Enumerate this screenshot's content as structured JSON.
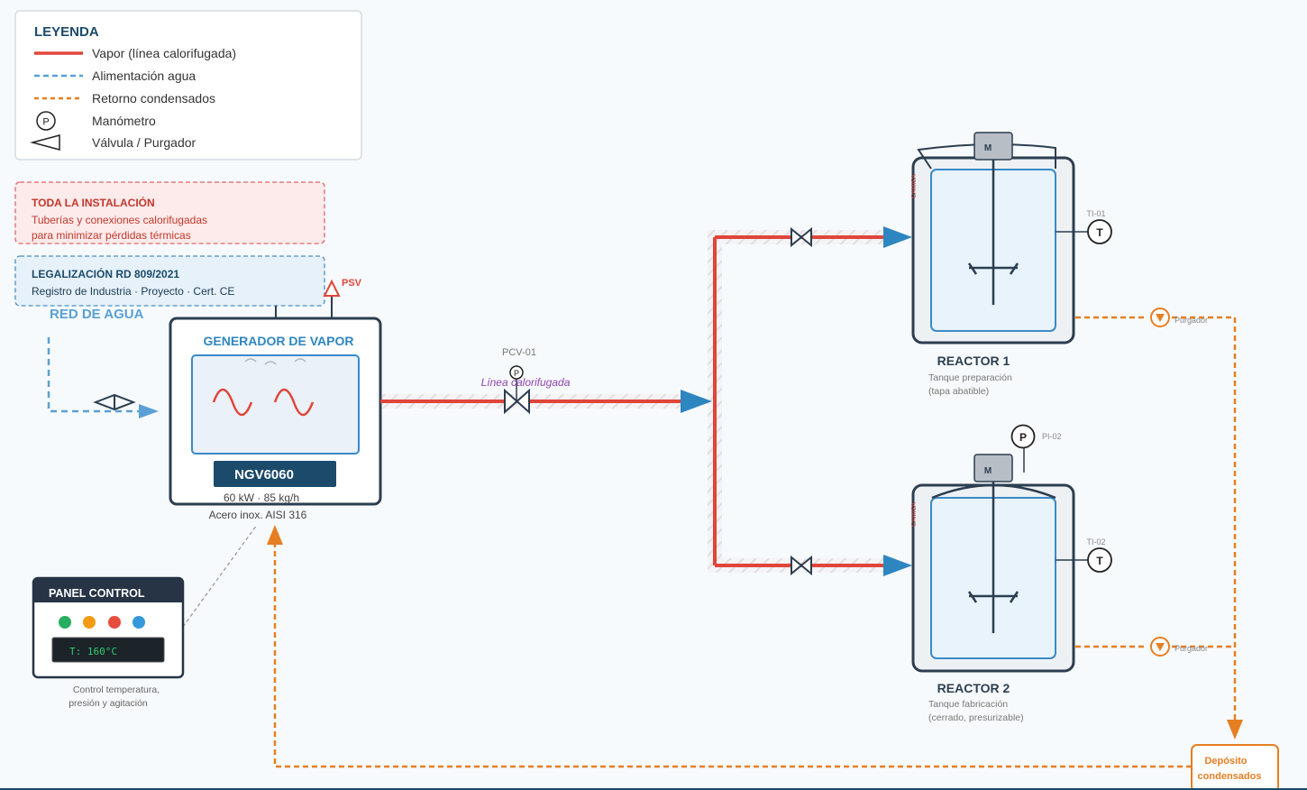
{
  "colors": {
    "steam": "#e0453a",
    "water": "#5aa0d6",
    "condensate": "#e67e22",
    "dark": "#2c3e50",
    "accent_blue": "#2e86c1",
    "badge": "#1b4a6b"
  },
  "legend": {
    "title": "LEYENDA",
    "items": [
      {
        "label": "Vapor (línea calorifugada)",
        "symbol": "solid-red-line"
      },
      {
        "label": "Alimentación agua",
        "symbol": "dashed-blue-line"
      },
      {
        "label": "Retorno condensados",
        "symbol": "dashed-orange-line"
      },
      {
        "label": "Manómetro",
        "symbol": "P",
        "icon": "pressure-gauge-icon"
      },
      {
        "label": "Válvula / Purgador",
        "symbol": "valve-icon"
      }
    ]
  },
  "notes": {
    "insulation": {
      "title": "TODA LA INSTALACIÓN",
      "line1": "Tuberías y conexiones calorifugadas",
      "line2": "para minimizar pérdidas térmicas"
    },
    "legal": {
      "title": "LEGALIZACIÓN RD 809/2021",
      "line1": "Registro de Industria · Proyecto · Cert. CE"
    }
  },
  "water": {
    "label": "RED DE AGUA"
  },
  "generator": {
    "title": "GENERADOR DE VAPOR",
    "model": "NGV6060",
    "spec1": "60 kW · 85 kg/h",
    "spec2": "Acero inox. AISI 316",
    "psv": "PSV"
  },
  "steam_line": {
    "valve_tag": "PCV-01",
    "gauge": "P",
    "label": "Línea calorifugada"
  },
  "reactors": [
    {
      "title": "REACTOR 1",
      "line1": "Tanque preparación",
      "line2": "(tapa abatible)",
      "motor": "M",
      "jacket": "CAMISA",
      "temp_tag": "TI-01",
      "temp_symbol": "T",
      "trap": "Purgador"
    },
    {
      "title": "REACTOR 2",
      "line1": "Tanque fabricación",
      "line2": "(cerrado, presurizable)",
      "motor": "M",
      "jacket": "CAMISA",
      "temp_tag": "TI-02",
      "temp_symbol": "T",
      "pressure_tag": "PI-02",
      "pressure_symbol": "P",
      "trap": "Purgador"
    }
  ],
  "condensate_tank": {
    "line1": "Depósito",
    "line2": "condensados"
  },
  "panel": {
    "title": "PANEL CONTROL",
    "display": "T: 160°C",
    "lights": [
      "#27ae60",
      "#f39c12",
      "#e74c3c",
      "#3498db"
    ],
    "caption1": "Control temperatura,",
    "caption2": "presión y agitación"
  }
}
